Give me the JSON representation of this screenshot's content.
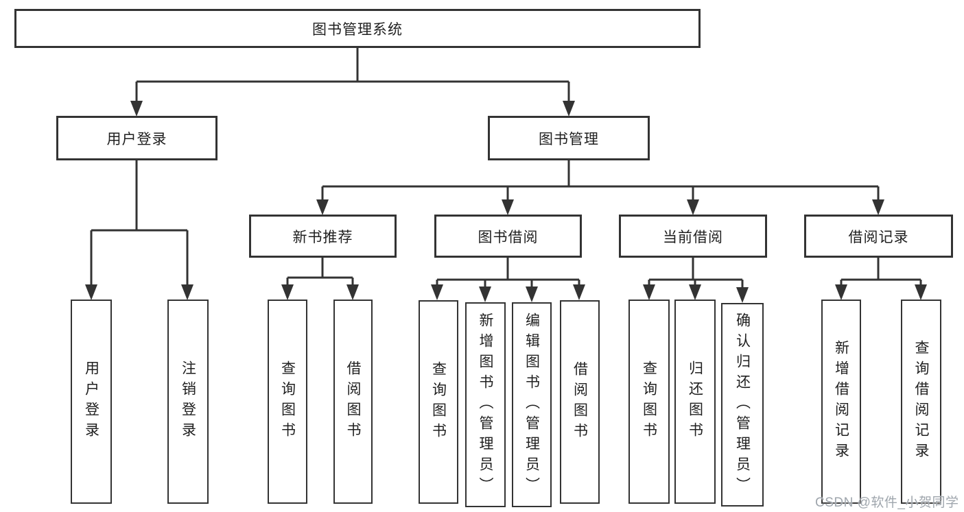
{
  "colors": {
    "background": "#ffffff",
    "box_border": "#333333",
    "connector_line": "#333333",
    "text": "#1f1f1f",
    "watermark_text": "#9fa6ad"
  },
  "watermark": {
    "text": "CSDN @软件_小贺同学"
  },
  "tree": {
    "root": {
      "label": "图书管理系统"
    },
    "branches": [
      {
        "label": "用户登录",
        "children": [
          {
            "label": "用户登录"
          },
          {
            "label": "注销登录"
          }
        ]
      },
      {
        "label": "图书管理",
        "children": [
          {
            "label": "新书推荐",
            "children": [
              {
                "label": "查询图书"
              },
              {
                "label": "借阅图书"
              }
            ]
          },
          {
            "label": "图书借阅",
            "children": [
              {
                "label": "查询图书"
              },
              {
                "label": "新增图书（管理员）"
              },
              {
                "label": "编辑图书（管理员）"
              },
              {
                "label": "借阅图书"
              }
            ]
          },
          {
            "label": "当前借阅",
            "children": [
              {
                "label": "查询图书"
              },
              {
                "label": "归还图书"
              },
              {
                "label": "确认归还（管理员）"
              }
            ]
          },
          {
            "label": "借阅记录",
            "children": [
              {
                "label": "新增借阅记录"
              },
              {
                "label": "查询借阅记录"
              }
            ]
          }
        ]
      }
    ]
  }
}
